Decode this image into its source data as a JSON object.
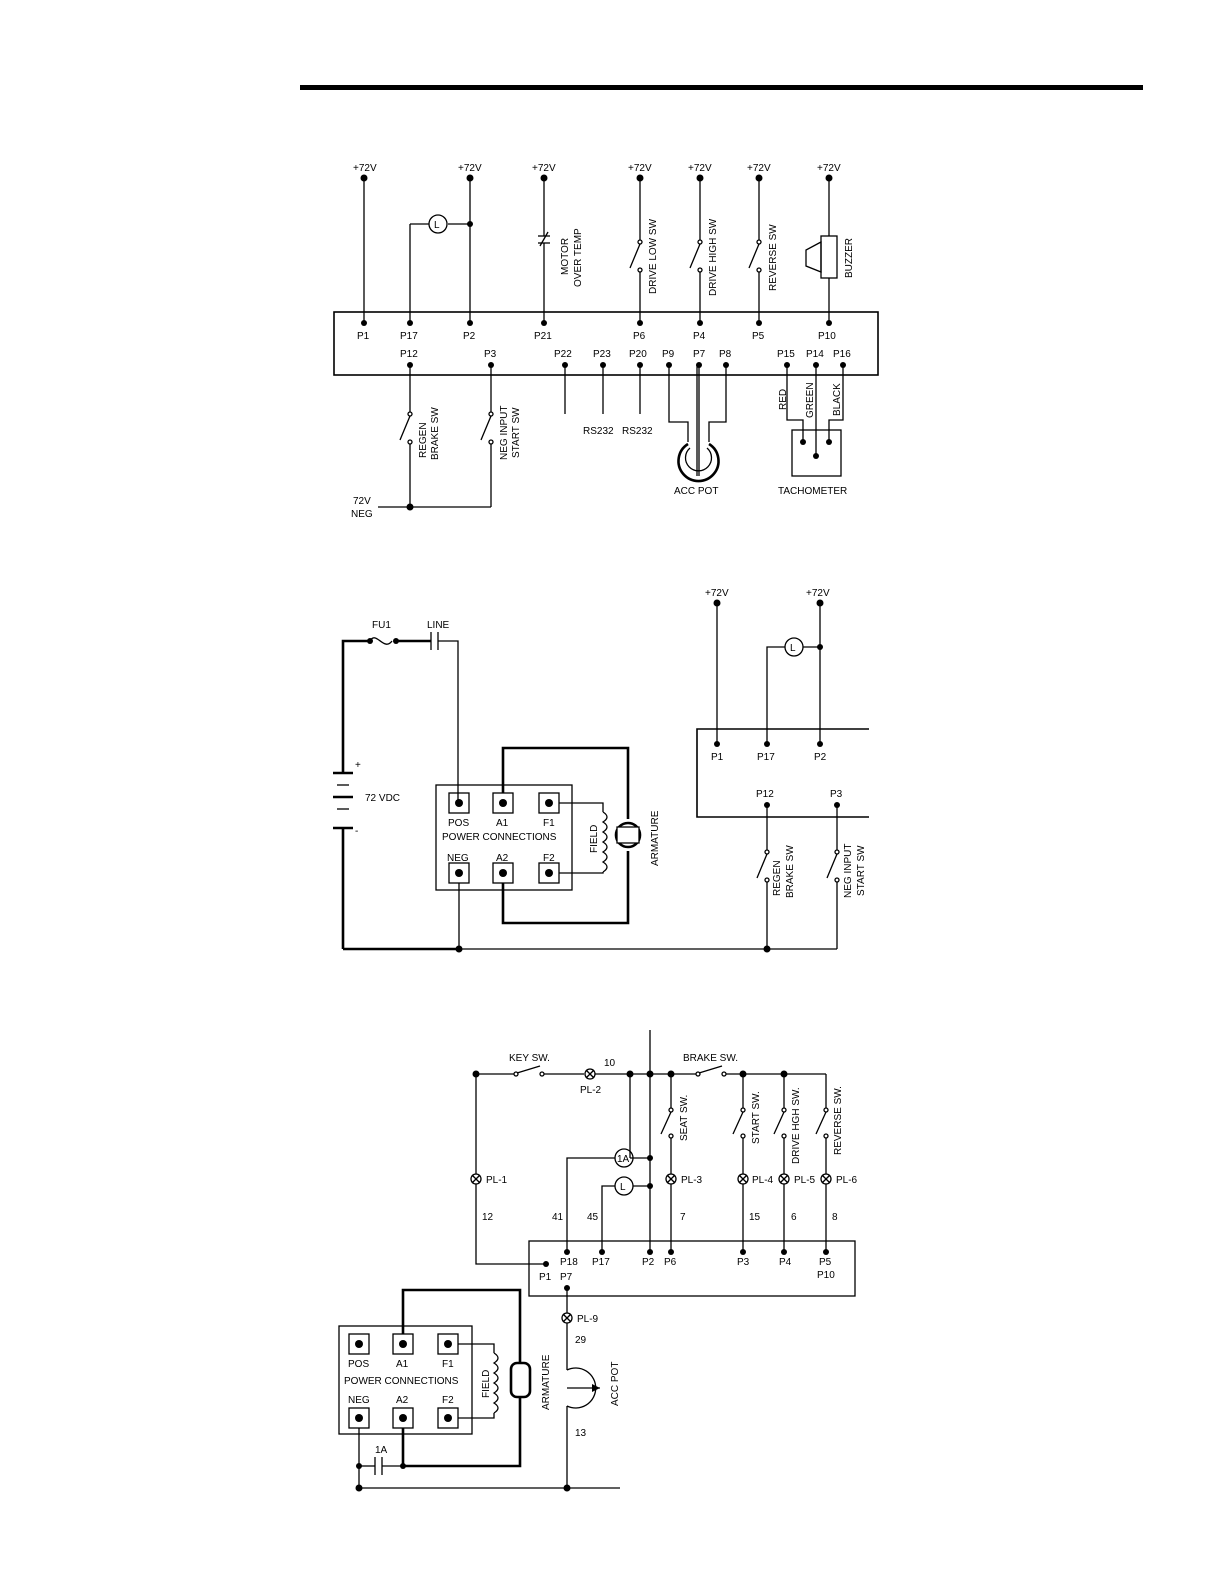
{
  "d1": {
    "v_p1": "+72V",
    "v_p2": "+72V",
    "v_p21": "+72V",
    "v_p6": "+72V",
    "v_p4": "+72V",
    "v_p5": "+72V",
    "v_p10": "+72V",
    "lamp": "L",
    "motor_overtemp": [
      "MOTOR",
      "OVER TEMP"
    ],
    "drive_low_sw": "DRIVE LOW SW",
    "drive_high_sw": "DRIVE HIGH SW",
    "reverse_sw": "REVERSE SW",
    "buzzer": "BUZZER",
    "top_pins": [
      "P1",
      "P17",
      "P2",
      "P21",
      "P6",
      "P4",
      "P5",
      "P10"
    ],
    "bottom_pins": [
      "P12",
      "P3",
      "P22",
      "P23",
      "P20",
      "P9",
      "P7",
      "P8",
      "P15",
      "P14",
      "P16"
    ],
    "regen_brake_sw": [
      "REGEN",
      "BRAKE SW"
    ],
    "neg_input_start_sw": [
      "NEG INPUT",
      "START SW"
    ],
    "rs232_a": "RS232",
    "rs232_b": "RS232",
    "acc_pot": "ACC POT",
    "tach_wires": [
      "RED",
      "GREEN",
      "BLACK"
    ],
    "tachometer": "TACHOMETER",
    "neg_72v": [
      "72V",
      "NEG"
    ]
  },
  "d2": {
    "fu1": "FU1",
    "line": "LINE",
    "plus": "+",
    "minus": "-",
    "battery": "72 VDC",
    "pos": "POS",
    "a1": "A1",
    "f1": "F1",
    "neg": "NEG",
    "a2": "A2",
    "f2": "F2",
    "power_connections": "POWER CONNECTIONS",
    "field": "FIELD",
    "armature": "ARMATURE",
    "v_p1": "+72V",
    "v_p2": "+72V",
    "lamp": "L",
    "top_pins": [
      "P1",
      "P17",
      "P2"
    ],
    "bottom_pins": [
      "P12",
      "P3"
    ],
    "regen_brake_sw": [
      "REGEN",
      "BRAKE SW"
    ],
    "neg_input_start_sw": [
      "NEG INPUT",
      "START SW"
    ]
  },
  "d3": {
    "key_sw": "KEY SW.",
    "wire_10": "10",
    "pl2": "PL-2",
    "brake_sw": "BRAKE SW.",
    "seat_sw": "SEAT SW.",
    "start_sw": "START SW.",
    "drive_high_sw": "DRIVE HGH SW.",
    "reverse_sw": "REVERSE SW.",
    "lamp_1a": "1A",
    "lamp_l": "L",
    "pl1": "PL-1",
    "pl3": "PL-3",
    "pl4": "PL-4",
    "pl5": "PL-5",
    "pl6": "PL-6",
    "pl9": "PL-9",
    "wires": [
      "12",
      "41",
      "45",
      "7",
      "15",
      "6",
      "8",
      "29",
      "13"
    ],
    "pins": [
      "P18",
      "P17",
      "P2",
      "P6",
      "P3",
      "P4",
      "P5",
      "P1",
      "P7",
      "P10"
    ],
    "pos": "POS",
    "a1": "A1",
    "f1": "F1",
    "neg": "NEG",
    "a2": "A2",
    "f2": "F2",
    "power_connections": "POWER CONNECTIONS",
    "field": "FIELD",
    "armature": "ARMATURE",
    "acc_pot": "ACC POT",
    "contactor_1a": "1A"
  }
}
